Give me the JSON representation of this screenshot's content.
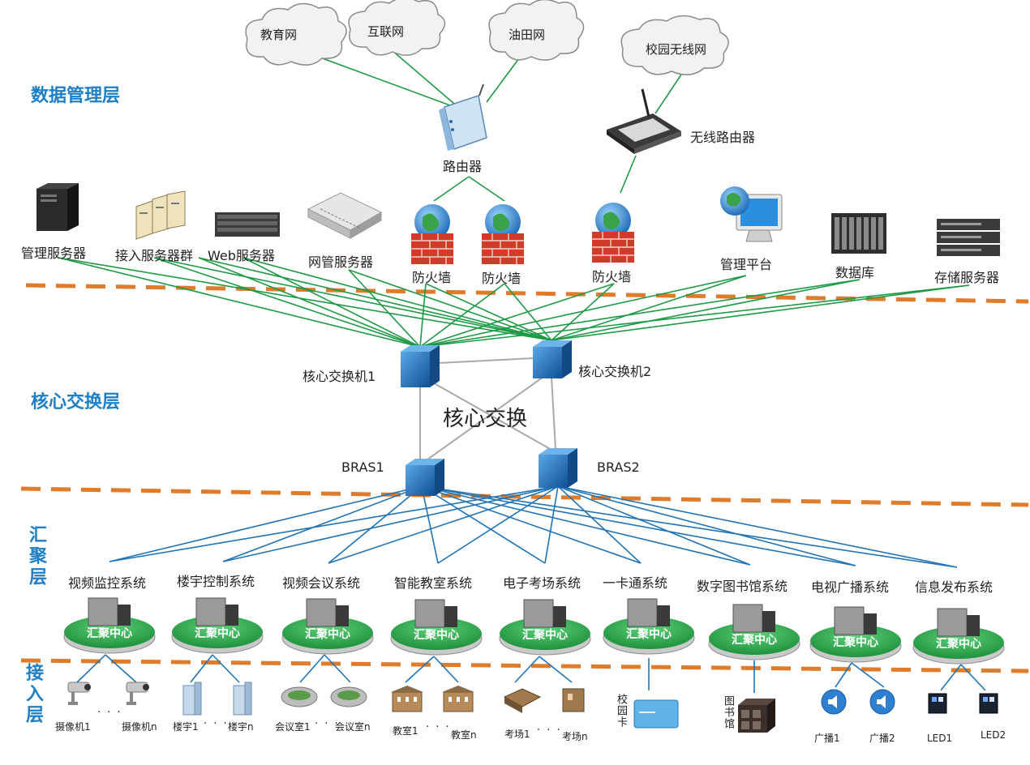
{
  "layers": {
    "data_mgmt": "数据管理层",
    "core": "核心交换层",
    "aggregation": "汇聚层",
    "access": "接入层"
  },
  "clouds": [
    "教育网",
    "互联网",
    "油田网",
    "校园无线网"
  ],
  "routers": {
    "router": "路由器",
    "wireless_router": "无线路由器"
  },
  "servers": {
    "mgmt_server": "管理服务器",
    "access_server_group": "接入服务器群",
    "web_server": "Web服务器",
    "nms_server": "网管服务器",
    "firewall_1": "防火墙",
    "firewall_2": "防火墙",
    "firewall_3": "防火墙",
    "mgmt_platform": "管理平台",
    "database": "数据库",
    "storage_server": "存储服务器"
  },
  "core": {
    "switch_1": "核心交换机1",
    "switch_2": "核心交换机2",
    "center_label": "核心交换",
    "bras_1": "BRAS1",
    "bras_2": "BRAS2"
  },
  "systems": [
    "视频监控系统",
    "楼宇控制系统",
    "视频会议系统",
    "智能教室系统",
    "电子考场系统",
    "一卡通系统",
    "数字图书馆系统",
    "电视广播系统",
    "信息发布系统"
  ],
  "hub_label": "汇聚中心",
  "access": {
    "camera_1": "摄像机1",
    "camera_n": "摄像机n",
    "building_1": "楼宇1",
    "building_n": "楼宇n",
    "meeting_1": "会议室1",
    "meeting_n": "会议室n",
    "classroom_1": "教室1",
    "classroom_n": "教室n",
    "exam_1": "考场1",
    "exam_n": "考场n",
    "campus_card": "校园卡",
    "library": "图书馆",
    "broadcast_1": "广播1",
    "broadcast_2": "广播2",
    "led_1": "LED1",
    "led_2": "LED2",
    "ellipsis_mid": "· · ·",
    "ellipsis_top": "· · ·"
  },
  "colors": {
    "layer_title": "#1d7fc6",
    "green_link": "#1e9a46",
    "blue_link": "#1f74b8",
    "gray_link": "#a9a9a9",
    "dashed_divider": "#e07b2a",
    "hub_green": "#2aa84a",
    "switch_blue": "#1f6fb5"
  }
}
